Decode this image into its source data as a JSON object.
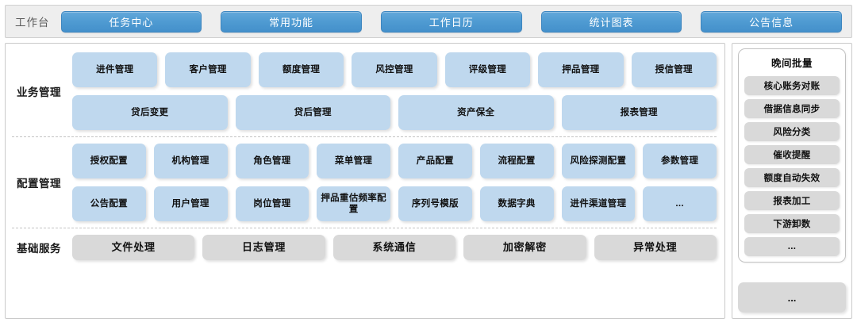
{
  "header": {
    "title": "工作台",
    "tabs": [
      {
        "label": "任务中心"
      },
      {
        "label": "常用功能"
      },
      {
        "label": "工作日历"
      },
      {
        "label": "统计图表"
      },
      {
        "label": "公告信息"
      }
    ]
  },
  "sections": [
    {
      "label": "业务管理",
      "rows": [
        [
          {
            "label": "进件管理"
          },
          {
            "label": "客户管理"
          },
          {
            "label": "额度管理"
          },
          {
            "label": "风控管理"
          },
          {
            "label": "评级管理"
          },
          {
            "label": "押品管理"
          },
          {
            "label": "授信管理"
          }
        ],
        [
          {
            "label": "贷后变更"
          },
          {
            "label": "贷后管理"
          },
          {
            "label": "资产保全"
          },
          {
            "label": "报表管理"
          }
        ]
      ]
    },
    {
      "label": "配置管理",
      "rows": [
        [
          {
            "label": "授权配置"
          },
          {
            "label": "机构管理"
          },
          {
            "label": "角色管理"
          },
          {
            "label": "菜单管理"
          },
          {
            "label": "产品配置"
          },
          {
            "label": "流程配置"
          },
          {
            "label": "风险探测配置"
          },
          {
            "label": "参数管理"
          }
        ],
        [
          {
            "label": "公告配置"
          },
          {
            "label": "用户管理"
          },
          {
            "label": "岗位管理"
          },
          {
            "label": "押品重估频率配置"
          },
          {
            "label": "序列号模版"
          },
          {
            "label": "数据字典"
          },
          {
            "label": "进件渠道管理"
          },
          {
            "label": "..."
          }
        ]
      ]
    },
    {
      "label": "基础服务",
      "rows": [
        [
          {
            "label": "文件处理"
          },
          {
            "label": "日志管理"
          },
          {
            "label": "系统通信"
          },
          {
            "label": "加密解密"
          },
          {
            "label": "异常处理"
          }
        ]
      ]
    }
  ],
  "batch_panel": {
    "title": "晚间批量",
    "items": [
      {
        "label": "核心账务对账"
      },
      {
        "label": "借据信息同步"
      },
      {
        "label": "风险分类"
      },
      {
        "label": "催收提醒"
      },
      {
        "label": "额度自动失效"
      },
      {
        "label": "报表加工"
      },
      {
        "label": "下游卸数"
      },
      {
        "label": "..."
      }
    ],
    "more_label": "..."
  },
  "colors": {
    "tab_blue": "#4f9bd2",
    "tile_blue": "#bfd8ee",
    "tile_grey": "#d9d9d9",
    "header_bg": "#eeeeee"
  }
}
